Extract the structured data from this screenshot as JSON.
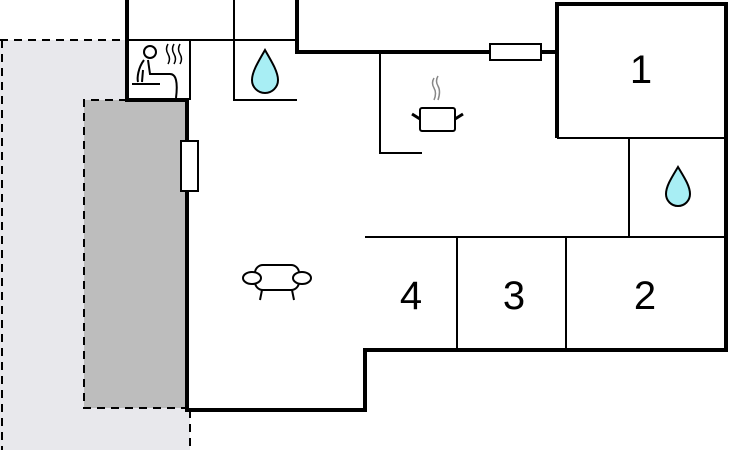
{
  "rooms": [
    {
      "label": "1",
      "type": "bedroom"
    },
    {
      "label": "2",
      "type": "bedroom"
    },
    {
      "label": "3",
      "type": "bedroom"
    },
    {
      "label": "4",
      "type": "bedroom"
    }
  ],
  "icons": [
    "sauna-icon",
    "water-drop-icon",
    "kitchen-pot-icon",
    "sofa-icon"
  ],
  "colors": {
    "wall": "#000000",
    "terrace": "#e8e8ec",
    "covered_terrace": "#bdbdbd",
    "water": "#a8eef4"
  }
}
